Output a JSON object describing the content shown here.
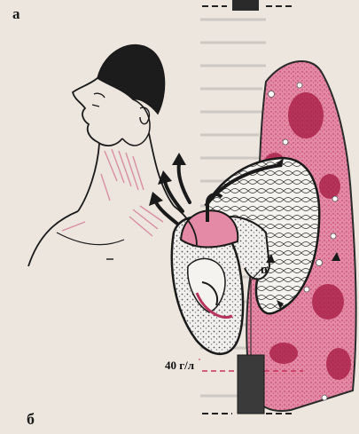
{
  "labels": {
    "panel_a": "а",
    "panel_b": "б",
    "protein_concentration": "40 г/л",
    "edema_mark": "σ"
  },
  "colors": {
    "background": "#ece6df",
    "lung_tissue": "#e48aa6",
    "lung_spots": "#a5163f",
    "skin_shading": "#d98fa0",
    "ink": "#1a1a1a",
    "dashed_line": "#c8305a",
    "column": "#3a3a3a"
  },
  "figure": {
    "icons": [
      "breathing-arrows",
      "heart",
      "lung",
      "fluid-column",
      "patient-head"
    ]
  }
}
